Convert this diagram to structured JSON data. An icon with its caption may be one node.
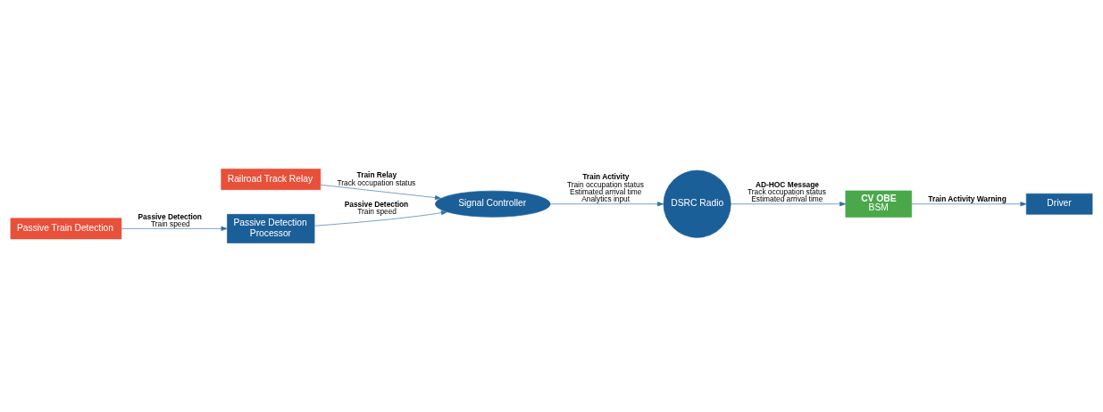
{
  "diagram": {
    "nodes": [
      {
        "text": [
          "Railroad Track Relay"
        ]
      },
      {
        "text": [
          "Signal Controller"
        ]
      },
      {
        "text": [
          "DSRC Radio"
        ]
      },
      {
        "text": [
          "**CV OBE**",
          "BSM"
        ]
      },
      {
        "text": [
          "Passive Train Detection"
        ]
      },
      {
        "text": [
          "Passive Detection Processor"
        ]
      },
      {
        "text": [
          "Driver"
        ]
      }
    ],
    "edges": [
      {
        "from": 0,
        "to": 1,
        "arrow": "to",
        "label": "**Train Relay** Track occupation status"
      },
      {
        "from": 1,
        "to": 2,
        "arrow": "to",
        "label": "**Train Activity** Train occupation status Estimated arrival time Analytics input"
      },
      {
        "from": 2,
        "to": 3,
        "arrow": "to",
        "label": "**AD-HOC Message** Track occupation status Estimated arrival time"
      },
      {
        "from": 5,
        "to": 1,
        "arrow": "to",
        "label": "**Passive Detection** Train speed"
      },
      {
        "from": 4,
        "to": 5,
        "arrow": "to",
        "label": "**Passive Detection** Train speed"
      },
      {
        "from": 3,
        "to": 6,
        "arrow": "to",
        "label": "**Train Activity Warning**"
      }
    ]
  }
}
